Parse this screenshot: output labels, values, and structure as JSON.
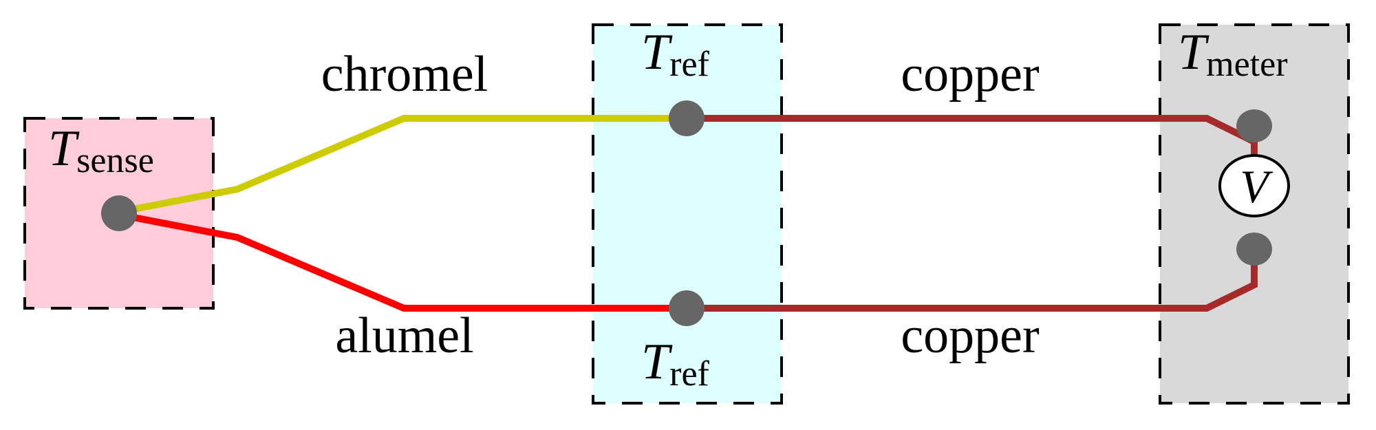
{
  "title": "Thermocouple circuit with reference junction",
  "colors": {
    "sense_region": "#ffccd9",
    "ref_region": "#ddffff",
    "meter_region": "#d9d9d9",
    "chromel_wire": "#cccc00",
    "alumel_wire": "#ff0000",
    "copper_wire": "#a52a2a",
    "junction": "#666666",
    "border": "#000000"
  },
  "regions": {
    "sense": {
      "symbol": "T",
      "subscript": "sense"
    },
    "ref_top": {
      "symbol": "T",
      "subscript": "ref"
    },
    "ref_bottom": {
      "symbol": "T",
      "subscript": "ref"
    },
    "meter": {
      "symbol": "T",
      "subscript": "meter"
    }
  },
  "wires": {
    "chromel": "chromel",
    "alumel": "alumel",
    "copper_top": "copper",
    "copper_bottom": "copper"
  },
  "voltmeter": {
    "symbol": "V"
  }
}
